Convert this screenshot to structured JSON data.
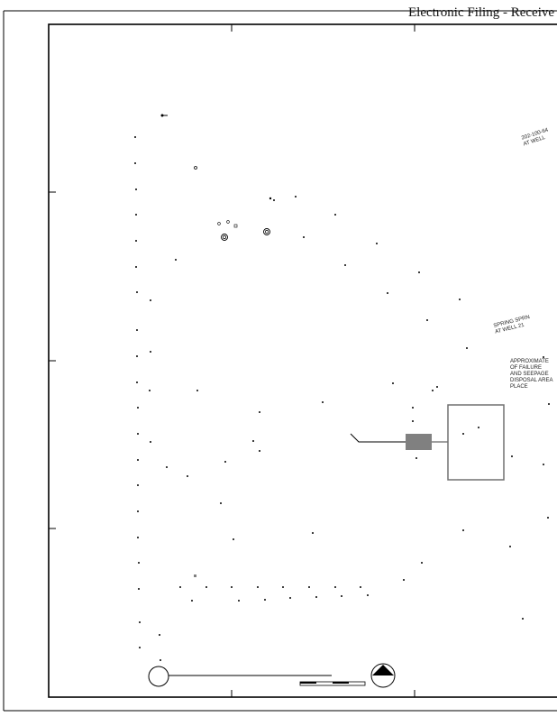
{
  "header": {
    "text": "Electronic Filing - Receive"
  },
  "notes": {
    "well_top": [
      "202-100-64",
      "AT WELL"
    ],
    "spring": [
      "SPRING SPRN",
      "AT WELL 21"
    ],
    "approximate": [
      "APPROXIMATE",
      "OF FAILURE",
      "AND SEEPAGE",
      "DISPOSAL AREA",
      "PLACE"
    ]
  },
  "colors": {
    "line": "#000000",
    "fill_gray": "#808080",
    "rect_gray": "#707070"
  },
  "icons": {
    "north_arrow": "north-arrow-icon",
    "scale_bar": "scale-bar-icon"
  }
}
